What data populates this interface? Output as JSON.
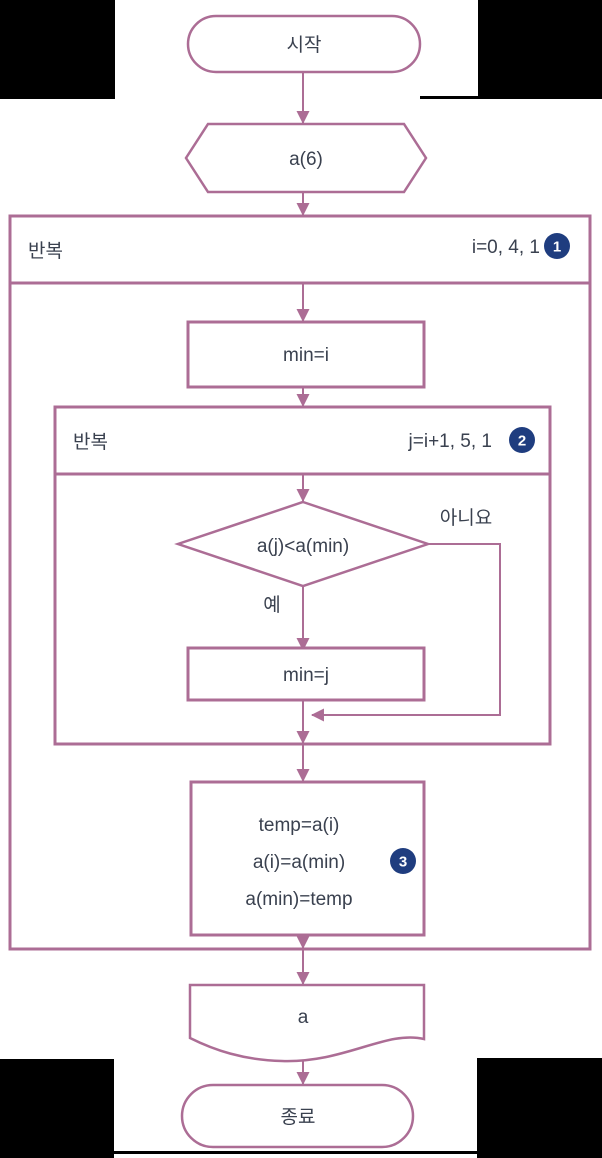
{
  "flowchart": {
    "nodes": {
      "start": {
        "label": "시작"
      },
      "input": {
        "label": "a(6)"
      },
      "outer_loop": {
        "label": "반복",
        "condition": "i=0, 4, 1",
        "badge": "1"
      },
      "assign_min_i": {
        "label": "min=i"
      },
      "inner_loop": {
        "label": "반복",
        "condition": "j=i+1, 5, 1",
        "badge": "2"
      },
      "decision": {
        "label": "a(j)<a(min)",
        "yes_label": "예",
        "no_label": "아니요"
      },
      "assign_min_j": {
        "label": "min=j"
      },
      "swap": {
        "lines": [
          "temp=a(i)",
          "a(i)=a(min)",
          "a(min)=temp"
        ],
        "badge": "3"
      },
      "output": {
        "label": "a"
      },
      "end": {
        "label": "종료"
      }
    },
    "colors": {
      "line": "#ac6d95",
      "text": "#3a414f",
      "badge_fill": "#1f3d7f",
      "badge_text": "#ffffff",
      "corner_mask": "#000000",
      "background": "#ffffff"
    }
  }
}
